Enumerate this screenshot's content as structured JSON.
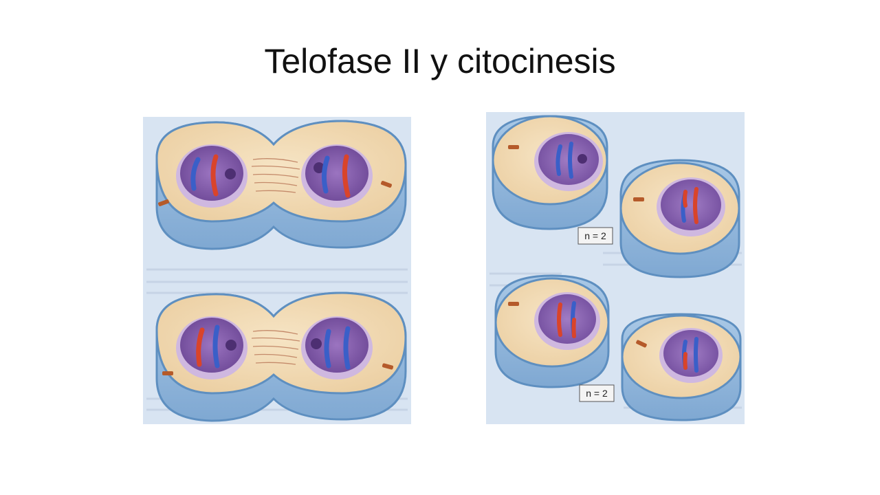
{
  "slide": {
    "title": "Telofase II y citocinesis"
  },
  "right_panel": {
    "label_top": "n = 2",
    "label_bottom": "n = 2"
  },
  "colors": {
    "background_page": "#d8e4f2",
    "cytoplasm": "#f3ddb8",
    "membrane": "#8fb6dc",
    "nucleus": "#8c63b0",
    "chromosome_red": "#d9442a",
    "chromosome_blue": "#3a5fc8",
    "centriole": "#b55a2a"
  }
}
